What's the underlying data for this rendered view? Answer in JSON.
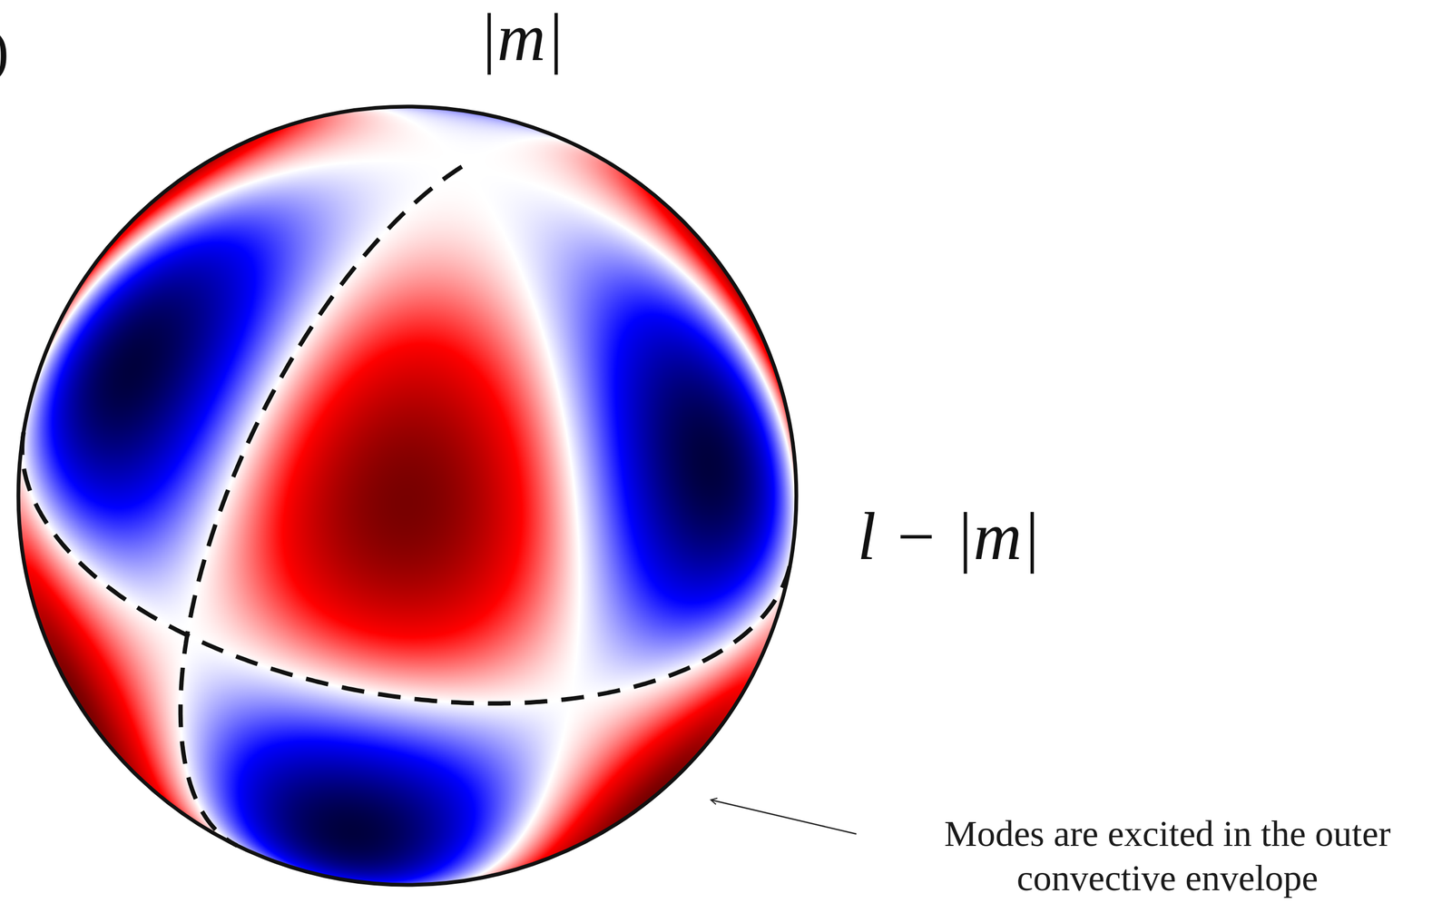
{
  "diagram": {
    "labels": [
      ")",
      "|m|",
      "l − |m|",
      "Modes are excited in the outer convective envelope"
    ]
  }
}
